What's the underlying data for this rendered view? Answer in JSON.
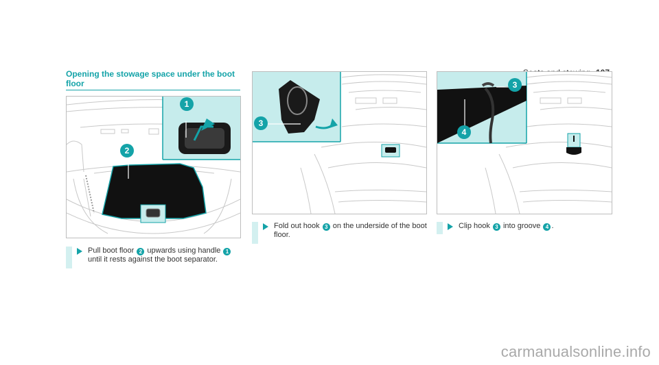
{
  "header": {
    "section": "Seats and stowing",
    "page": "107"
  },
  "section_title": "Opening the stowage space under the boot floor",
  "figures": [
    {
      "callouts": [
        "1",
        "2"
      ]
    },
    {
      "callouts": [
        "3"
      ]
    },
    {
      "callouts": [
        "3",
        "4"
      ]
    }
  ],
  "steps": [
    {
      "parts": [
        "Pull boot floor ",
        " upwards using handle ",
        " until it rests against the boot separator."
      ],
      "refs": [
        "2",
        "1"
      ]
    },
    {
      "parts": [
        "Fold out hook ",
        " on the underside of the boot floor."
      ],
      "refs": [
        "3"
      ]
    },
    {
      "parts": [
        "Clip hook ",
        " into groove ",
        "."
      ],
      "refs": [
        "3",
        "4"
      ]
    }
  ],
  "colors": {
    "accent": "#14a3a8",
    "highlight_bg": "#c6ecec",
    "floor": "#111111"
  },
  "watermark": "carmanualsonline.info"
}
